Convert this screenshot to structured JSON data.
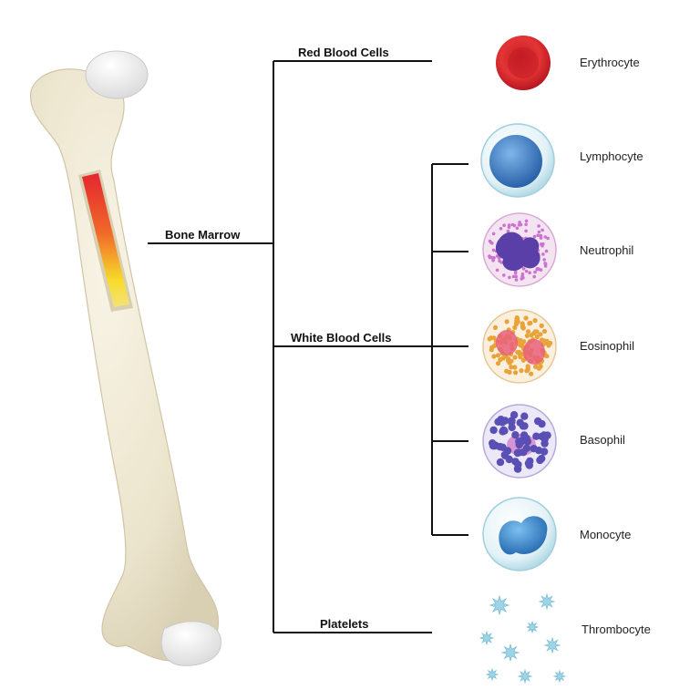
{
  "branches": {
    "root": "Bone Marrow",
    "red": "Red Blood Cells",
    "white": "White Blood Cells",
    "platelets": "Platelets"
  },
  "cells": [
    {
      "id": "erythrocyte",
      "label": "Erythrocyte"
    },
    {
      "id": "lymphocyte",
      "label": "Lymphocyte"
    },
    {
      "id": "neutrophil",
      "label": "Neutrophil"
    },
    {
      "id": "eosinophil",
      "label": "Eosinophil"
    },
    {
      "id": "basophil",
      "label": "Basophil"
    },
    {
      "id": "monocyte",
      "label": "Monocyte"
    },
    {
      "id": "thrombocyte",
      "label": "Thrombocyte"
    }
  ],
  "colors": {
    "bone": "#efe9d3",
    "marrow_red": "#e52630",
    "marrow_yellow": "#f7dc2a",
    "erythrocyte": "#e02b2b",
    "lymphocyte": "#3a7fc8",
    "neutrophil": "#cc73cf",
    "eosinophil": "#e8a33a",
    "basophil": "#5a4fb5",
    "monocyte": "#3b8fd0",
    "platelet": "#9fd3e6"
  }
}
